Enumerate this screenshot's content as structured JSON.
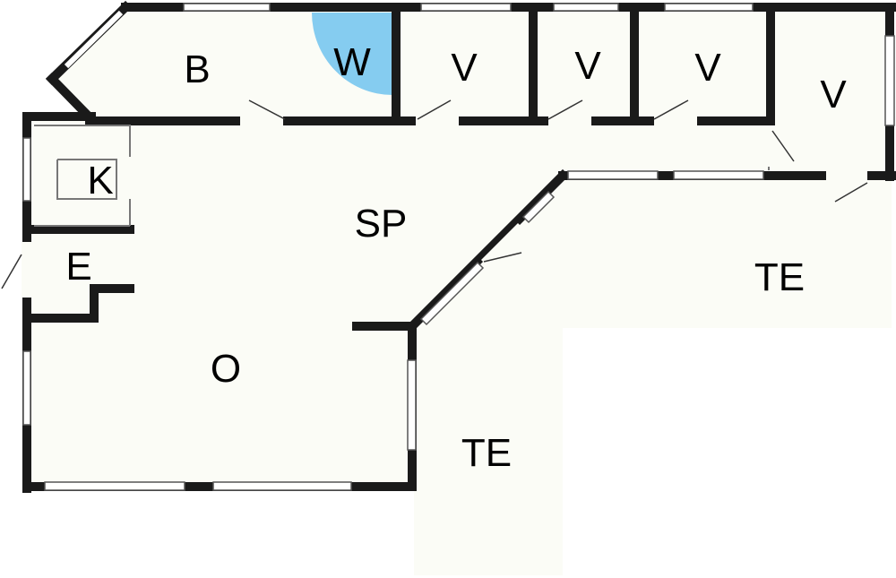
{
  "colors": {
    "floor": "#fbfcf6",
    "wall": "#1a1a1a",
    "window": "#ffffff",
    "wardrobe": "#85ccf0",
    "background": "#ffffff"
  },
  "rooms": {
    "bathroom": "B",
    "wardrobe": "W",
    "bedroom_1": "V",
    "bedroom_2": "V",
    "bedroom_3": "V",
    "bedroom_4": "V",
    "kitchen": "K",
    "dining": "SP",
    "entrance": "E",
    "living": "O",
    "terrace_east": "TE",
    "terrace_south": "TE"
  }
}
